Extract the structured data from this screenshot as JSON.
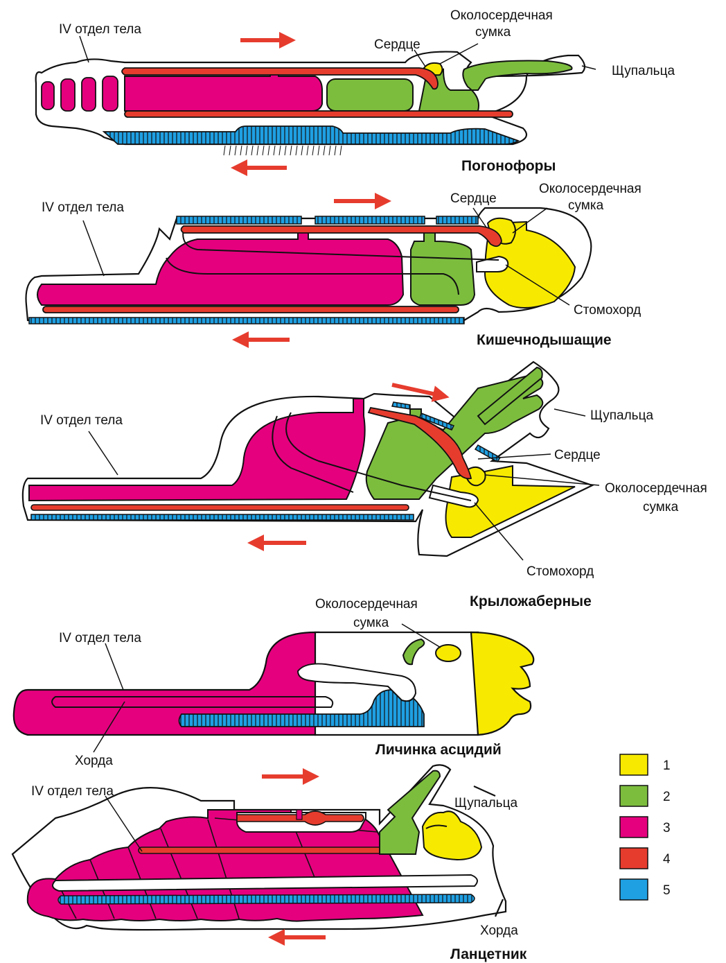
{
  "colors": {
    "zone1": "#f7ea00",
    "zone2": "#7cbd3e",
    "zone3": "#e5007e",
    "zone4": "#e63c2e",
    "zone5": "#1fa0e3"
  },
  "legend": [
    {
      "label": "1",
      "color": "#f7ea00"
    },
    {
      "label": "2",
      "color": "#7cbd3e"
    },
    {
      "label": "3",
      "color": "#e5007e"
    },
    {
      "label": "4",
      "color": "#e63c2e"
    },
    {
      "label": "5",
      "color": "#1fa0e3"
    }
  ],
  "pogonophora": {
    "title": "Погонофоры",
    "label_segment": "IV отдел тела",
    "label_heart": "Сердце",
    "label_pericardium_1": "Околосердечная",
    "label_pericardium_2": "сумка",
    "label_tentacles": "Щупальца"
  },
  "enteropneusta": {
    "title": "Кишечнодышащие",
    "label_segment": "IV отдел тела",
    "label_heart": "Сердце",
    "label_pericardium_1": "Околосердечная",
    "label_pericardium_2": "сумка",
    "label_stomochord": "Стомохорд"
  },
  "pterobranchia": {
    "title": "Крыложаберные",
    "label_segment": "IV отдел тела",
    "label_tentacles": "Щупальца",
    "label_heart": "Сердце",
    "label_pericardium_1": "Околосердечная",
    "label_pericardium_2": "сумка",
    "label_stomochord": "Стомохорд"
  },
  "ascidian_larva": {
    "title": "Личинка асцидий",
    "label_pericardium_1": "Околосердечная",
    "label_pericardium_2": "сумка",
    "label_segment": "IV отдел тела",
    "label_notochord": "Хорда"
  },
  "lancelet": {
    "title": "Ланцетник",
    "label_segment": "IV отдел тела",
    "label_tentacles": "Щупальца",
    "label_notochord": "Хорда"
  }
}
